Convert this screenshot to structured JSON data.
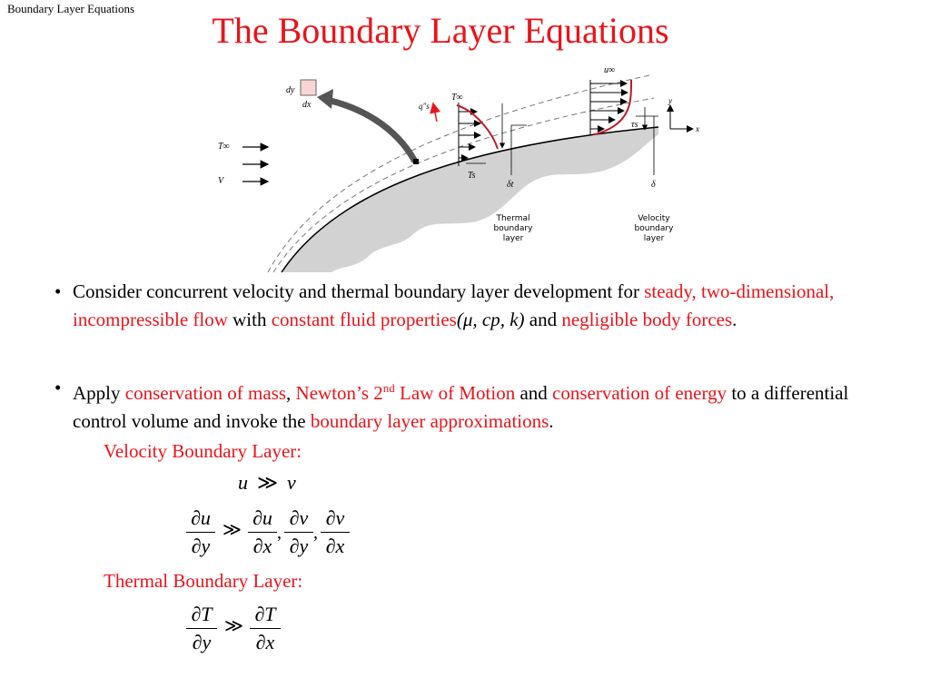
{
  "corner_label": "Boundary Layer Equations",
  "title": "The Boundary Layer Equations",
  "diagram": {
    "dy": "dy",
    "dx": "dx",
    "q_label": "q\"s",
    "t_inf_top": "T∞",
    "u_inf_top": "u∞",
    "t_inf_left": "T∞",
    "v_left": "V",
    "ts": "Ts",
    "tau": "τs",
    "delta_t": "δt",
    "delta": "δ",
    "y_axis": "y",
    "x_axis": "x",
    "thermal_label": [
      "Thermal",
      "boundary",
      "layer"
    ],
    "velocity_label": [
      "Velocity",
      "boundary",
      "layer"
    ]
  },
  "bullet1": {
    "bullet": "•",
    "p1": "Consider concurrent velocity and thermal boundary layer development for ",
    "r1": "steady, two-dimensional, incompressible flow",
    "p2": " with ",
    "r2": "constant fluid properties",
    "props": "(μ, cp, k)",
    "p3": " and ",
    "r3": "negligible body forces",
    "p4": "."
  },
  "bullet2": {
    "bullet": "•",
    "p1": "Apply ",
    "r1": "conservation of mass",
    "p2": ", ",
    "r2a": "Newton’s 2",
    "r2sup": "nd",
    "r2b": " Law of Motion",
    "p3": " and ",
    "r3": "conservation of energy",
    "p4": " to a differential control volume and invoke the ",
    "r4": "boundary layer approximations",
    "p5": "."
  },
  "velocity_heading": "Velocity Boundary Layer:",
  "thermal_heading": "Thermal Boundary Layer:",
  "eq": {
    "u": "u",
    "v": "v",
    "relation": "≫",
    "du": "∂u",
    "dv": "∂v",
    "dy": "∂y",
    "dx": "∂x",
    "dT": "∂T",
    "comma": ","
  }
}
